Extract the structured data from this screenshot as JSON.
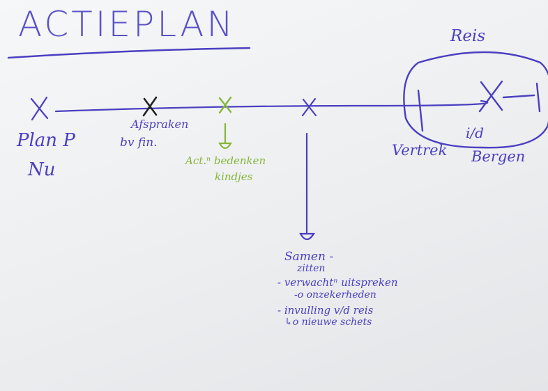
{
  "title": "ACTIEPLAN",
  "timeline": {
    "start_label_1": "Plan P",
    "start_label_2": "Nu",
    "point_afspraken_1": "Afspraken",
    "point_afspraken_2": "bv fin.",
    "point_act_1": "Act.ⁿ bedenken",
    "point_act_2": "kindjes",
    "reis_label": "Reis",
    "vertrek_label": "Vertrek",
    "bergen_label_1": "i/d",
    "bergen_label_2": "Bergen"
  },
  "notes": {
    "line1": "Samen -",
    "line2": "zitten",
    "line3": "- verwachtⁿ uitspreken",
    "line4": "-o onzekerheden",
    "line5": "- invulling v/d reis",
    "line6": "↳o nieuwe schets"
  },
  "colors": {
    "blue_marker": "#4a3fc0",
    "green_marker": "#86b53a",
    "black_marker": "#222222"
  }
}
